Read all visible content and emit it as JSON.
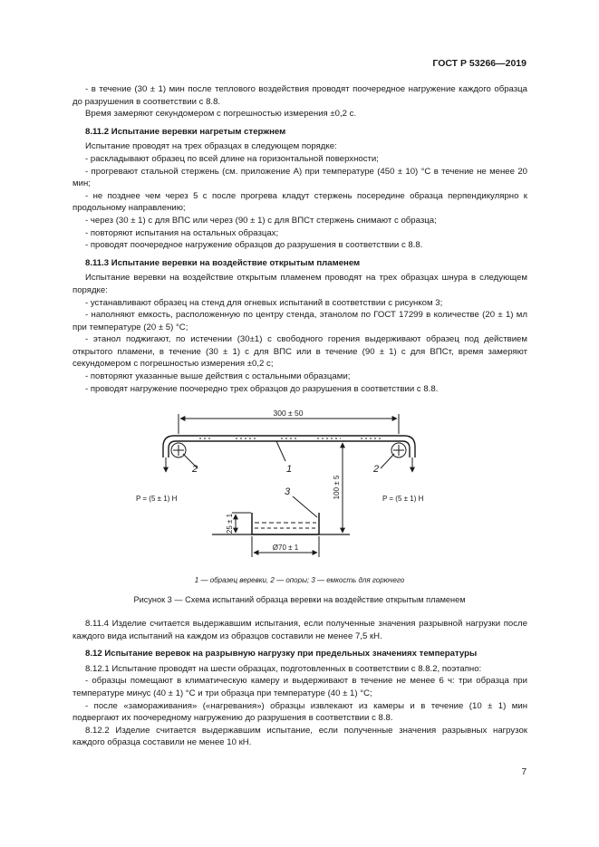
{
  "header": {
    "standard": "ГОСТ Р 53266—2019"
  },
  "sec1": {
    "p1": "- в течение (30 ± 1) мин после теплового воздействия проводят поочередное нагружение каждого образца до разрушения в соответствии с 8.8.",
    "p2": "Время замеряют секундомером с погрешностью измерения ±0,2 с.",
    "h1": "8.11.2 Испытание веревки нагретым стержнем",
    "p3": "Испытание проводят на трех образцах в следующем порядке:",
    "p4": "- раскладывают образец по всей длине на горизонтальной поверхности;",
    "p5": "- прогревают стальной стержень (см. приложение А) при температуре (450 ± 10) °С в течение не менее 20 мин;",
    "p6": "- не позднее чем через 5 с после прогрева кладут стержень посередине образца перпендикулярно к продольному направлению;",
    "p7": "- через (30 ± 1) с для ВПС или через (90 ± 1) с для ВПСт стержень снимают с образца;",
    "p8": "- повторяют испытания на остальных образцах;",
    "p9": "- проводят поочередное нагружение образцов до разрушения в соответствии с 8.8.",
    "h2": "8.11.3 Испытание веревки на воздействие открытым пламенем",
    "p10": "Испытание веревки на воздействие открытым пламенем проводят на трех образцах шнура в следующем порядке:",
    "p11": "- устанавливают образец на стенд для огневых испытаний в соответствии с рисунком 3;",
    "p12": "- наполняют емкость, расположенную по центру стенда, этанолом по ГОСТ 17299 в количестве (20 ± 1) мл при температуре (20 ± 5) °С;",
    "p13": "- этанол поджигают, по истечении (30±1) с свободного горения выдерживают образец под действием открытого пламени, в течение (30 ± 1) с для ВПС или в течение (90 ± 1) с для ВПСт, время замеряют секундомером с погрешностью измерения ±0,2 с;",
    "p14": "- повторяют указанные выше действия с остальными образцами;",
    "p15": "- проводят нагружение поочередно трех образцов до разрушения в соответствии с 8.8."
  },
  "figure": {
    "dim_length": "300 ± 50",
    "dim_height": "100 ± 5",
    "dim_cup_height": "25 ± 1",
    "dim_cup_diam": "Ø70 ± 1",
    "label_1": "1",
    "label_2_left": "2",
    "label_2_right": "2",
    "label_3": "3",
    "force_left": "P = (5 ± 1) Н",
    "force_right": "P = (5 ± 1) Н",
    "legend": "1 — образец веревки, 2 — опоры; 3 — емкость для горючего",
    "caption": "Рисунок 3 — Схема испытаний образца веревки на воздействие открытым пламенем"
  },
  "sec2": {
    "p1": "8.11.4 Изделие считается выдержавшим испытания, если полученные значения разрывной нагрузки после каждого вида испытаний на каждом из образцов составили не менее 7,5 кН.",
    "h1": "8.12 Испытание веревок на разрывную нагрузку при предельных значениях температуры",
    "p2": "8.12.1 Испытание проводят на шести образцах, подготовленных в соответствии с 8.8.2, поэтапно:",
    "p3": "- образцы помещают в климатическую камеру и выдерживают в течение не менее 6 ч: три образца при температуре минус (40 ± 1) °С и три образца при температуре (40 ± 1) °С;",
    "p4": "- после «замораживания» («нагревания») образцы извлекают из камеры и в течение (10 ± 1) мин подвергают их поочередному нагружению до разрушения в соответствии с 8.8.",
    "p5": "8.12.2 Изделие считается выдержавшим испытание, если полученные значения разрывных нагрузок каждого образца составили не менее 10 кН."
  },
  "footer": {
    "page_number": "7"
  }
}
